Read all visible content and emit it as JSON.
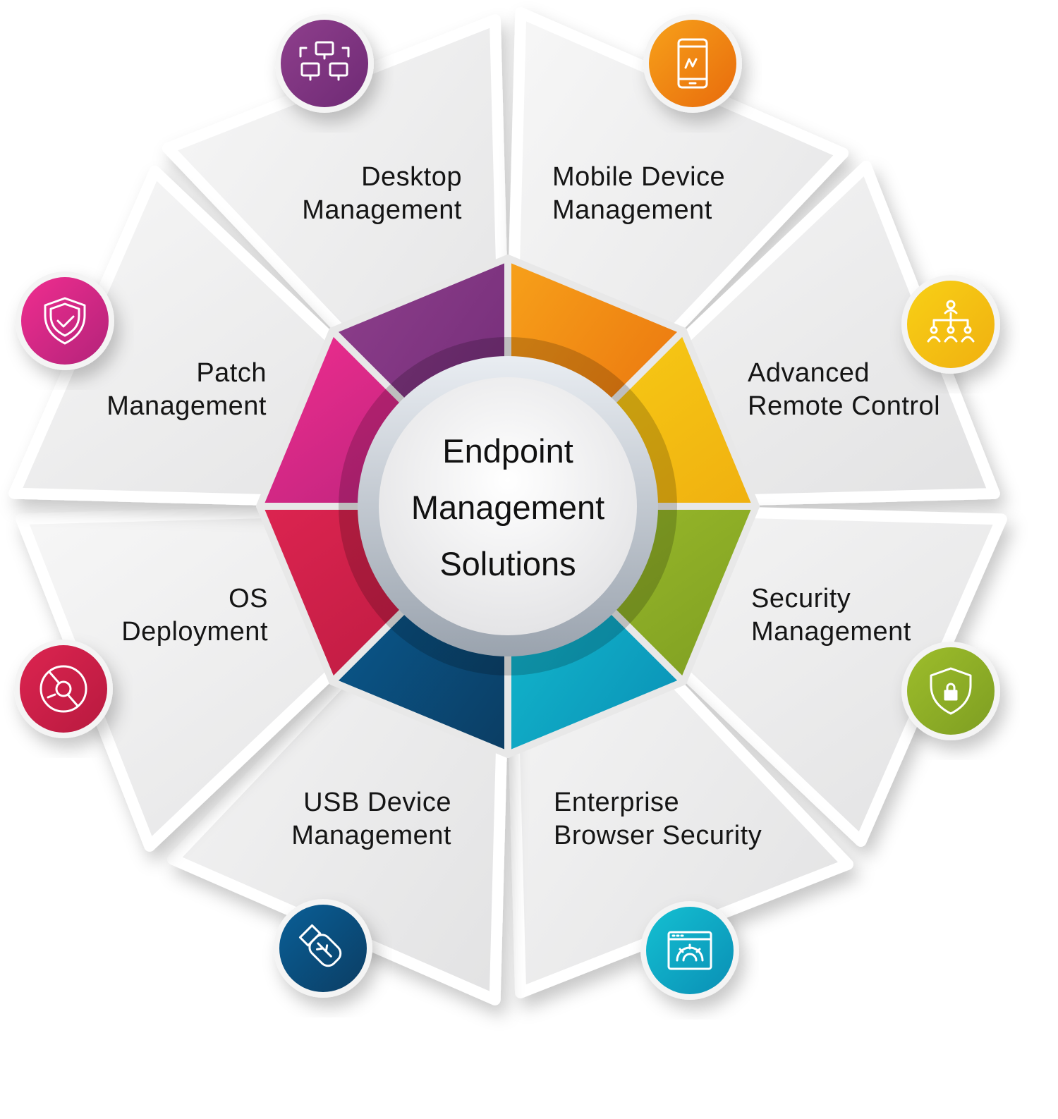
{
  "center": {
    "lines": [
      "Endpoint",
      "Management",
      "Solutions"
    ]
  },
  "segments": [
    {
      "id": "desktop-management",
      "lines": [
        "Desktop",
        "Management"
      ],
      "icon": "monitors-network-icon",
      "color": "#8e3f8c",
      "color2": "#6f2a75"
    },
    {
      "id": "mobile-device-management",
      "lines": [
        "Mobile Device",
        "Management"
      ],
      "icon": "smartphone-icon",
      "color": "#f7a11a",
      "color2": "#e86b0c"
    },
    {
      "id": "advanced-remote-control",
      "lines": [
        "Advanced",
        "Remote Control"
      ],
      "icon": "org-hierarchy-icon",
      "color": "#f8d016",
      "color2": "#f0b010"
    },
    {
      "id": "security-management",
      "lines": [
        "Security",
        "Management"
      ],
      "icon": "shield-lock-icon",
      "color": "#9dbd2b",
      "color2": "#7e9e22"
    },
    {
      "id": "enterprise-browser-security",
      "lines": [
        "Enterprise",
        "Browser Security"
      ],
      "icon": "browser-gear-icon",
      "color": "#14c0d2",
      "color2": "#0a8fb5"
    },
    {
      "id": "usb-device-management",
      "lines": [
        "USB Device",
        "Management"
      ],
      "icon": "usb-drive-icon",
      "color": "#0a5f97",
      "color2": "#0b3d63"
    },
    {
      "id": "os-deployment",
      "lines": [
        "OS",
        "Deployment"
      ],
      "icon": "disc-icon",
      "color": "#dc2450",
      "color2": "#b81a3f"
    },
    {
      "id": "patch-management",
      "lines": [
        "Patch",
        "Management"
      ],
      "icon": "shield-check-icon",
      "color": "#f02d8f",
      "color2": "#b3237a"
    }
  ]
}
